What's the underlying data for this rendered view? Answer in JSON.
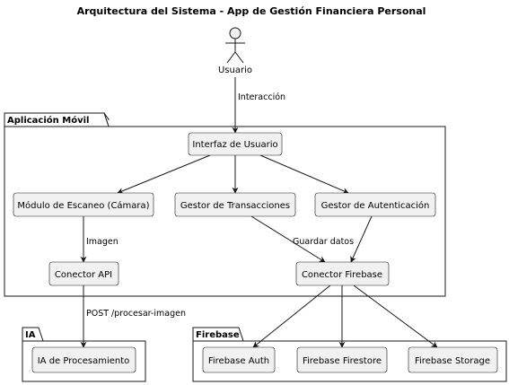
{
  "title": "Arquitectura del Sistema - App de Gestión Financiera Personal",
  "actor": {
    "label": "Usuario"
  },
  "packages": {
    "app": "Aplicación Móvil",
    "ia": "IA",
    "firebase": "Firebase"
  },
  "nodes": {
    "ui": "Interfaz de Usuario",
    "scanner": "Módulo de Escaneo (Cámara)",
    "transactions": "Gestor de Transacciones",
    "auth_manager": "Gestor de Autenticación",
    "api_connector": "Conector API",
    "firebase_connector": "Conector Firebase",
    "ia_processing": "IA de Procesamiento",
    "fb_auth": "Firebase Auth",
    "fb_firestore": "Firebase Firestore",
    "fb_storage": "Firebase Storage"
  },
  "edge_labels": {
    "interaction": "Interacción",
    "image": "Imagen",
    "save_data": "Guardar datos",
    "post": "POST /procesar-imagen"
  }
}
